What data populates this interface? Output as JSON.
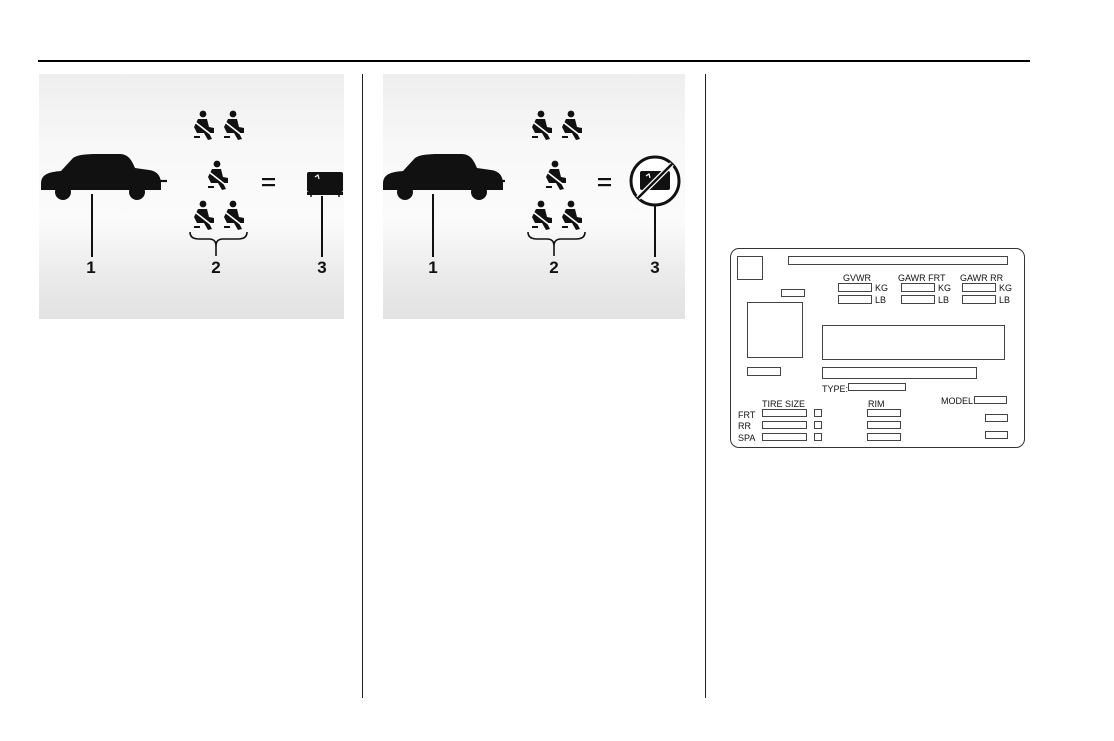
{
  "figures": {
    "figure_1": {
      "callouts": [
        "1",
        "2",
        "3"
      ],
      "operators": [
        "–",
        "="
      ],
      "icons": [
        "vehicle-icon",
        "seated-occupant-icon",
        "cargo-luggage-icon"
      ]
    },
    "figure_2": {
      "callouts": [
        "1",
        "2",
        "3"
      ],
      "operators": [
        "–",
        "="
      ],
      "icons": [
        "vehicle-icon",
        "seated-occupant-icon",
        "no-cargo-icon"
      ]
    }
  },
  "placard": {
    "gvwr": "GVWR",
    "gawr_frt": "GAWR FRT",
    "gawr_rr": "GAWR RR",
    "kg": "KG",
    "lb": "LB",
    "type": "TYPE:",
    "tire_size": "TIRE SIZE",
    "rim": "RIM",
    "model": "MODEL:",
    "frt": "FRT",
    "rr": "RR",
    "spa": "SPA"
  },
  "colors": {
    "ink": "#111111",
    "panel_bg": "#f4f4f4"
  }
}
